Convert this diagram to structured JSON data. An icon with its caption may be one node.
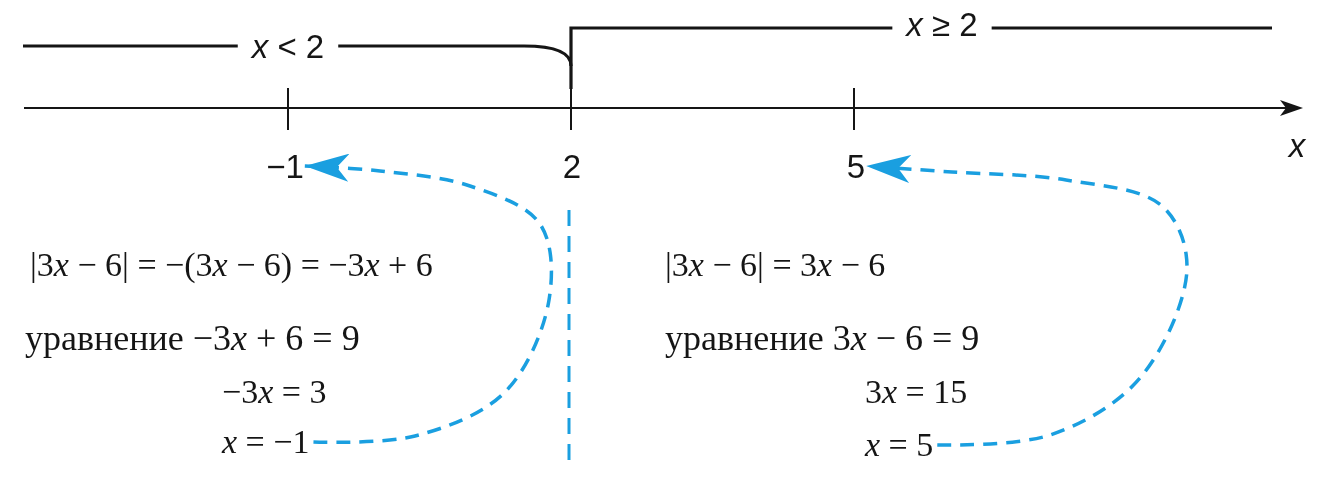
{
  "diagram": {
    "nodes": [
      {
        "text": [
          "−1"
        ]
      },
      {
        "text": [
          "5"
        ]
      },
      {
        "text": [
          "*x* = −1"
        ]
      },
      {
        "text": [
          "*x* = 5"
        ]
      }
    ],
    "edges": [
      {
        "from": 2,
        "to": 0,
        "arrow": "to",
        "style": "dashed",
        "color": "#1a9fe0"
      },
      {
        "from": 3,
        "to": 1,
        "arrow": "to",
        "style": "dashed",
        "color": "#1a9fe0"
      }
    ],
    "labels": [
      "*x* < 2",
      "*x* ≥ 2",
      "2",
      "x",
      "|3​*x* − 6| = −(3​*x* − 6) = −3​*x* + 6",
      "уравнение −3​*x* + 6 = 9",
      "−3​*x* = 3",
      "|3​*x* − 6| = 3​*x* − 6",
      "уравнение 3​*x* − 6 = 9",
      "3​*x* = 15"
    ]
  }
}
